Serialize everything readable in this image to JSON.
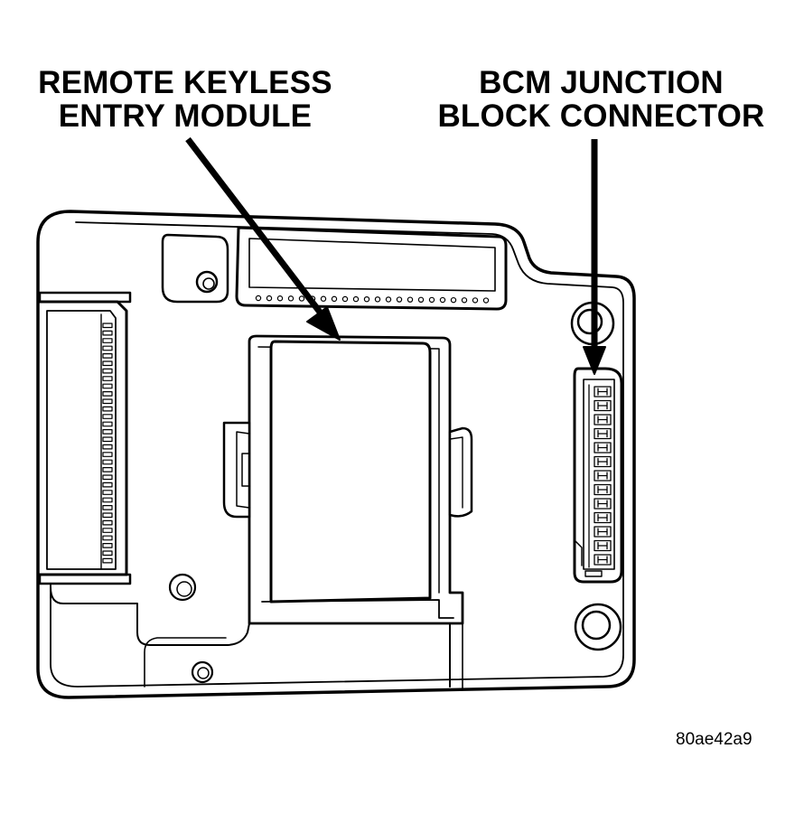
{
  "callouts": {
    "rke_line1": "REMOTE KEYLESS",
    "rke_line2": "ENTRY MODULE",
    "bcm_line1": "BCM JUNCTION",
    "bcm_line2": "BLOCK CONNECTOR"
  },
  "figure_id": "80ae42a9",
  "colors": {
    "ink": "#000000",
    "paper": "#ffffff"
  }
}
